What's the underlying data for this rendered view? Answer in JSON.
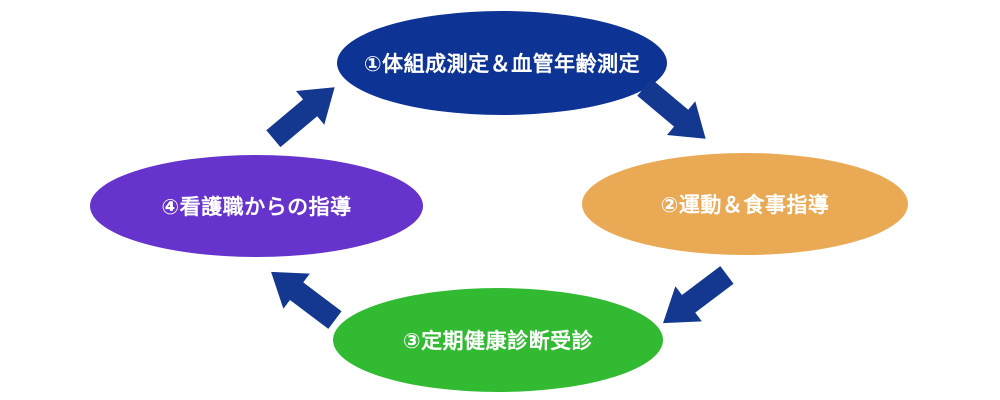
{
  "diagram": {
    "type": "cycle",
    "background_color": "#ffffff",
    "arrow_color": "#14388f",
    "label_text_color": "#ffffff",
    "nodes": [
      {
        "label": "①体組成測定＆血管年齢測定",
        "position": "top",
        "shape": "ellipse",
        "color": "#0d3394"
      },
      {
        "label": "②運動＆食事指導",
        "position": "right",
        "shape": "ellipse",
        "color": "#e9a955"
      },
      {
        "label": "③定期健康診断受診",
        "position": "bottom",
        "shape": "ellipse",
        "color": "#32bb32"
      },
      {
        "label": "④看護職からの指導",
        "position": "left",
        "shape": "ellipse",
        "color": "#6633cc"
      }
    ],
    "arrows": [
      {
        "from": "①体組成測定＆血管年齢測定",
        "to": "②運動＆食事指導",
        "direction": "down-right"
      },
      {
        "from": "②運動＆食事指導",
        "to": "③定期健康診断受診",
        "direction": "down-left"
      },
      {
        "from": "③定期健康診断受診",
        "to": "④看護職からの指導",
        "direction": "up-left"
      },
      {
        "from": "④看護職からの指導",
        "to": "①体組成測定＆血管年齢測定",
        "direction": "up-right"
      }
    ]
  }
}
